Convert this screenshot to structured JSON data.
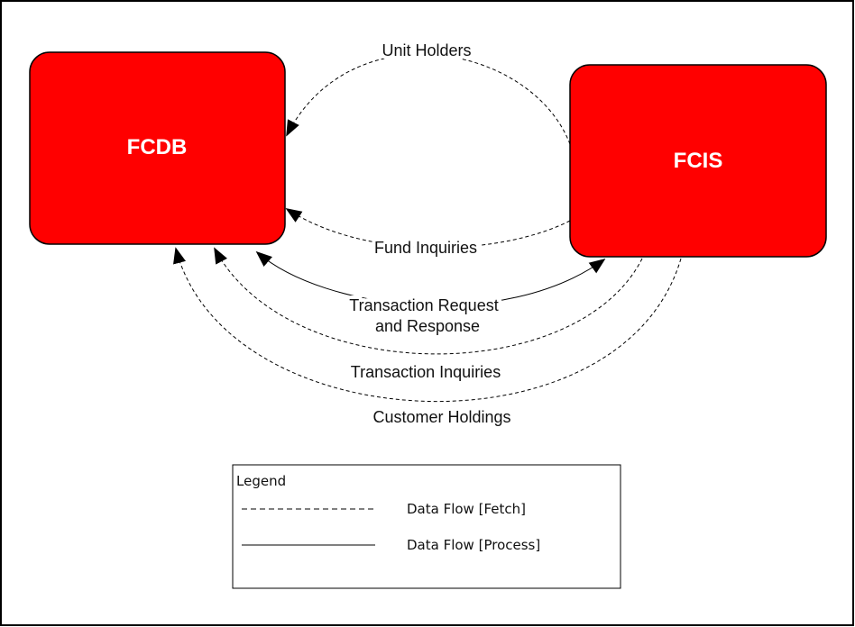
{
  "nodes": {
    "fcdb": {
      "label": "FCDB",
      "color": "#ff0000"
    },
    "fcis": {
      "label": "FCIS",
      "color": "#ff0000"
    }
  },
  "flows": {
    "unit_holders": "Unit Holders",
    "fund_inquiries": "Fund Inquiries",
    "transaction_request_line1": "Transaction Request",
    "transaction_request_line2": "and Response",
    "transaction_inquiries": "Transaction Inquiries",
    "customer_holdings": "Customer Holdings"
  },
  "legend": {
    "title": "Legend",
    "fetch": "Data Flow [Fetch]",
    "process": "Data Flow [Process]"
  }
}
